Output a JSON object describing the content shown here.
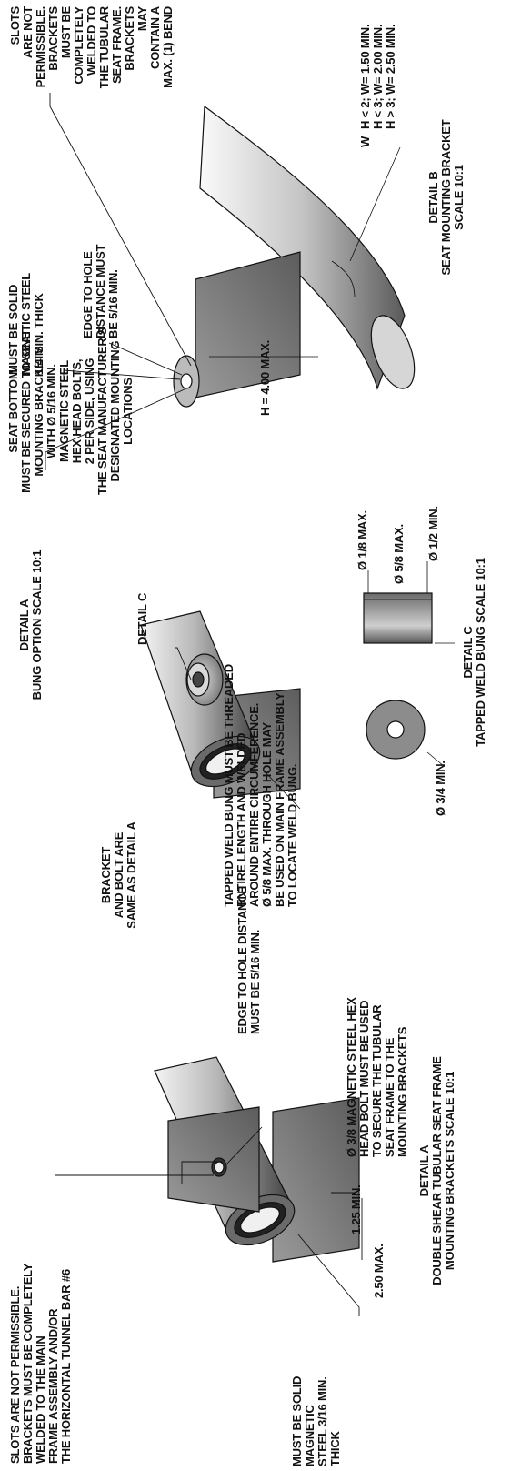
{
  "detail_a": {
    "slots_note": "SLOTS ARE NOT PERMISSIBLE.\nBRACKETS MUST BE COMPLETELY\nWELDED TO THE MAIN\nFRAME ASSEMBLY AND/OR\nTHE HORIZONTAL TUNNEL BAR #6",
    "solid_steel_note": "MUST BE SOLID\nMAGNETIC\nSTEEL 3/16 MIN.\nTHICK",
    "dim_250": "2.50 MAX.",
    "dim_125": "1.25 MIN.",
    "edge_note": "EDGE TO HOLE DISTANCE\nMUST BE 5/16 MIN.",
    "bolt_note": "Ø 3/8 MAGNETIC STEEL HEX\nHEAD BOLT MUST BE USED\nTO SECURE THE TUBULAR\nSEAT FRAME TO THE\nMOUNTING BRACKETS",
    "caption": "DETAIL A\nDOUBLE SHEAR TUBULAR SEAT FRAME\nMOUNTING BRACKETS SCALE 10:1"
  },
  "bung_option": {
    "bracket_note": "BRACKET\nAND BOLT ARE\nSAME AS DETAIL A",
    "detail_c_callout": "DETAIL C",
    "caption": "DETAIL A\nBUNG OPTION SCALE 10:1",
    "weld_note": "TAPPED WELD BUNG MUST BE THREADED\nENTIRE LENGTH AND WELDED\nAROUND ENTIRE CIRCUMFERENCE.\nØ 5/8 MAX. THROUGH HOLE MAY\nBE USED ON MAIN FRAME ASSEMBLY\nTO LOCATE WELD BUNG."
  },
  "detail_c": {
    "dim_34": "Ø 3/4 MIN.",
    "dim_18": "Ø 1/8 MAX.",
    "dim_58": "Ø 5/8 MAX.",
    "dim_12": "Ø 1/2 MIN.",
    "caption": "DETAIL C\nTAPPED WELD BUNG SCALE 10:1"
  },
  "detail_b": {
    "seat_bottom_note": "SEAT BOTTOM\nMUST BE SECURED TO SEAT\nMOUNTING BRACKETS\nWITH Ø 5/16 MIN.\nMAGNETIC STEEL\nHEX HEAD BOLTS,\n2 PER SIDE, USING\nTHE SEAT MANUFACTURER'S\nDESIGNATED MOUNTING\nLOCATIONS",
    "solid_note": "MUST BE SOLID\nMAGNETIC STEEL\n1/4 MIN. THICK",
    "edge_note": "EDGE TO HOLE\nDISTANCE MUST\nBE 5/16 MIN.",
    "slots_note": "SLOTS\nARE NOT\nPERMISSIBLE.\nBRACKETS\nMUST BE\nCOMPLETELY\nWELDED TO\nTHE TUBULAR\nSEAT FRAME.\nBRACKETS\nMAY\nCONTAIN A\nMAX. (1) BEND",
    "w_label": "W",
    "w_table": "H < 2; W= 1.50 MIN.\nH < 3; W= 2.00 MIN.\nH > 3; W= 2.50 MIN.",
    "h_dim": "H = 4.00 MAX.",
    "caption": "DETAIL B\nSEAT MOUNTING BRACKET\nSCALE 10:1"
  }
}
